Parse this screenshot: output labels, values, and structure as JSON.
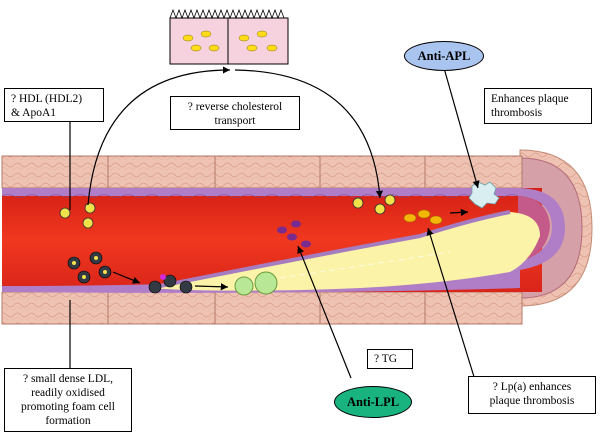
{
  "labels": {
    "hdl": [
      "? HDL (HDL2)",
      "& ApoA1"
    ],
    "reverse": [
      "? reverse cholesterol",
      "transport"
    ],
    "enhances": [
      "Enhances plaque",
      "thrombosis"
    ],
    "sdldl": [
      "? small dense LDL,",
      "readily oxidised",
      "promoting foam cell",
      "formation"
    ],
    "tg": "? TG",
    "lpa": [
      "? Lp(a) enhances",
      "plaque thrombosis"
    ]
  },
  "ovals": {
    "anti_apl": "Anti-APL",
    "anti_lpl": "Anti-LPL"
  },
  "colors": {
    "lumen_red": "#e8281c",
    "vessel_wall": "#eec3b4",
    "intima_purple": "#b07ec7",
    "plaque_yellow": "#fbf3a8",
    "anti_apl_fill": "#a9c5ef",
    "anti_lpl_fill": "#18b37e",
    "liver_cells": "#f6d2de"
  }
}
